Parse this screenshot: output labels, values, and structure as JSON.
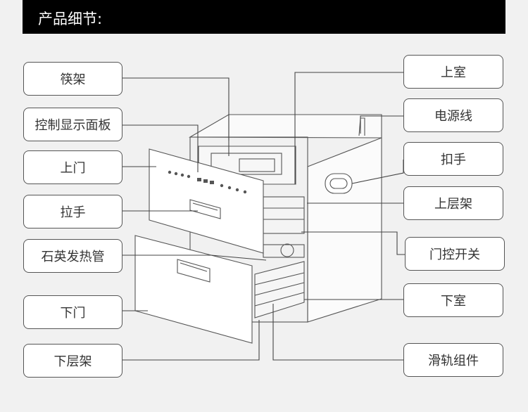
{
  "header": {
    "title": "产品细节:"
  },
  "labels": {
    "chopstick_rack": "筷架",
    "control_panel": "控制显示面板",
    "upper_door": "上门",
    "handle": "拉手",
    "quartz_tube": "石英发热管",
    "lower_door": "下门",
    "lower_rack": "下层架",
    "upper_chamber": "上室",
    "power_cord": "电源线",
    "grip": "扣手",
    "upper_rack": "上层架",
    "door_switch": "门控开关",
    "lower_chamber": "下室",
    "slide_rail": "滑轨组件"
  },
  "colors": {
    "background": "#f1f1f1",
    "header": "#000000",
    "line": "#444444"
  }
}
